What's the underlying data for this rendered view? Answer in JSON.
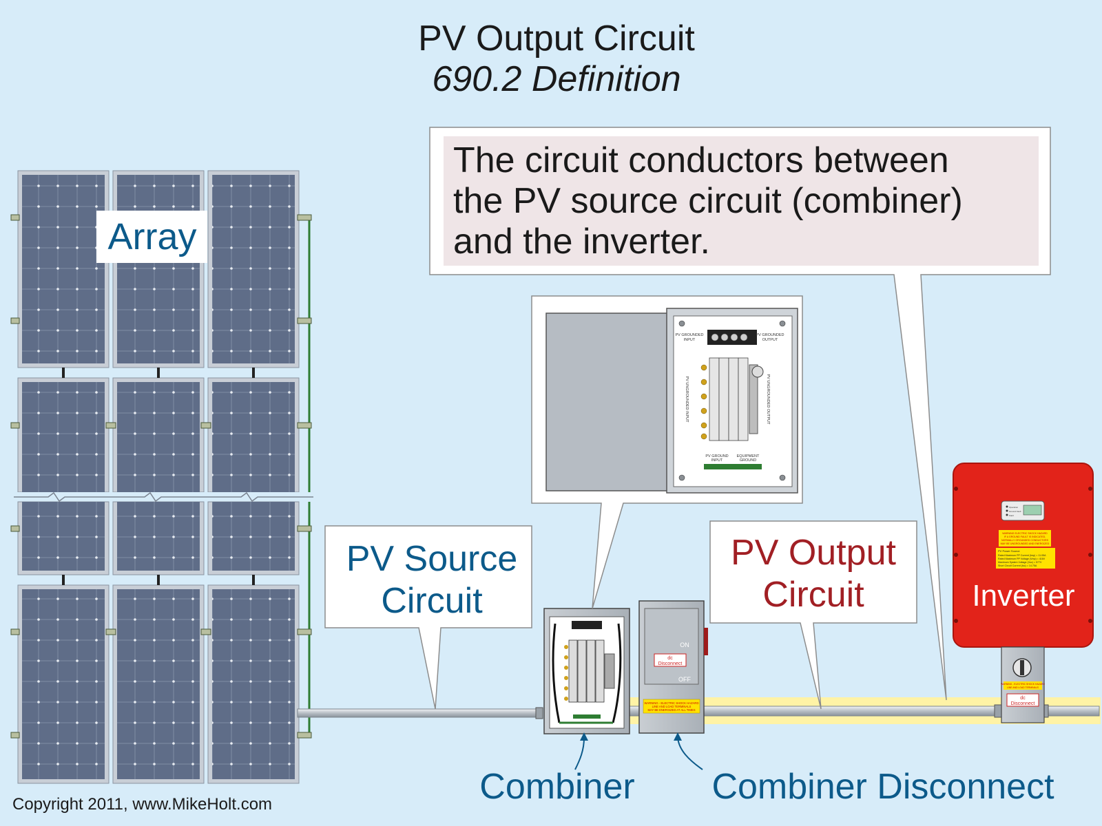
{
  "title": {
    "main": "PV Output Circuit",
    "sub": "690.2 Definition"
  },
  "definition": {
    "lines": [
      "The circuit conductors between",
      "the PV source circuit (combiner)",
      "and the inverter."
    ]
  },
  "labels": {
    "array": "Array",
    "pv_source_circuit": [
      "PV Source",
      "Circuit"
    ],
    "pv_output_circuit": [
      "PV Output",
      "Circuit"
    ],
    "combiner": "Combiner",
    "combiner_disconnect": "Combiner Disconnect",
    "inverter": "Inverter"
  },
  "combiner_detail": {
    "grounded_input": [
      "PV GROUNDED",
      "INPUT"
    ],
    "grounded_output": [
      "PV GROUNDED",
      "OUTPUT"
    ],
    "ungrounded_input": "PV UNGROUNDED INPUT",
    "ungrounded_output": "PV UNGROUNDED OUTPUT",
    "ground_input": [
      "PV GROUND",
      "INPUT"
    ],
    "equipment_ground": [
      "EQUIPMENT",
      "GROUND"
    ]
  },
  "disconnect": {
    "on": "ON",
    "off": "OFF",
    "tag": [
      "dc",
      "Disconnect"
    ],
    "warning": [
      "WARNING - ELECTRIC SHOCK HAZARD",
      "LINE AND LOAD TERMINALS",
      "MAY BE ENERGIZED AT ALL TIMES"
    ]
  },
  "inverter_detail": {
    "status_leds": [
      "Operation",
      "Ground Fault",
      "Fault"
    ],
    "warning": [
      "WARNING ELECTRIC SHOCK HAZARD",
      "IF A GROUND FAULT IS INDICATED,",
      "NORMALLY GROUNDED CONDUCTORS",
      "MAY BE UNGROUNDED AND ENERGIZED"
    ],
    "ratings_title": "PV Power Source",
    "ratings": [
      "Rated Maximum PP Current (Imp) = 11.05A",
      "Rated Maximum PP Voltage (Vmp) = 416V",
      "Maximum System Voltage (Voc) = 577V",
      "Short Circuit Current (Isc) = 14.75A"
    ],
    "disconnect_tag": [
      "dc",
      "Disconnect"
    ],
    "disconnect_warning": [
      "WARNING - ELECTRIC SHOCK HAZARD",
      "LINE AND LOAD TERMINALS"
    ]
  },
  "copyright": "Copyright 2011, www.MikeHolt.com",
  "colors": {
    "background": "#d7ecf9",
    "label_blue": "#0c5a8a",
    "label_red": "#a11f24",
    "inverter_red": "#e2231a",
    "highlight": "#fff3a6"
  }
}
